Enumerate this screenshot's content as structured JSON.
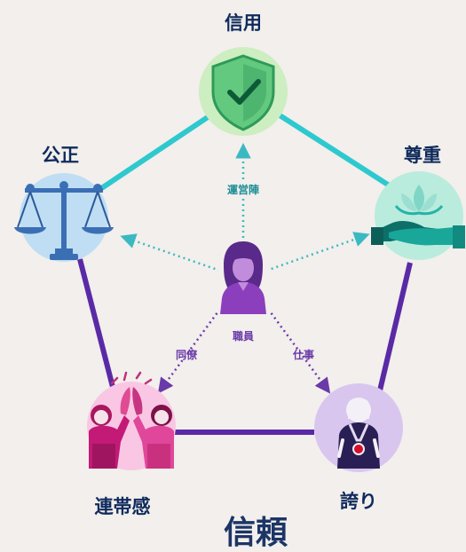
{
  "nodes": {
    "trust_top": "信用",
    "fairness": "公正",
    "respect": "尊重",
    "solidarity": "連帯感",
    "pride": "誇り"
  },
  "relations": {
    "management": "運営陣",
    "employee": "職員",
    "colleagues": "同僚",
    "work": "仕事"
  },
  "title": "信頼",
  "colors": {
    "teal_edge": "#2ec9cf",
    "purple_edge": "#5a2aa6",
    "node_label": "#0f2a5c",
    "background": "#f2efec"
  },
  "icons": [
    "shield-check-icon",
    "balance-scale-icon",
    "lotus-hands-icon",
    "high-five-icon",
    "medal-person-icon",
    "employee-person-icon"
  ]
}
